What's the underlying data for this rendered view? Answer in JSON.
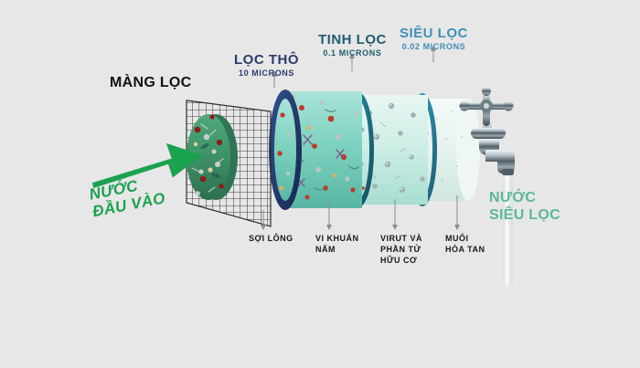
{
  "background_color": "#e7e7e7",
  "diagram": {
    "title_inflow": "NƯỚC\nĐẦU VÀO",
    "title_outflow": "NƯỚC\nSIÊU LỌC",
    "membrane_label": "MÀNG LỌC",
    "stages": [
      {
        "key": "tho",
        "title": "LỌC THÔ",
        "sub": "10 MICRONS",
        "color": "#2b3a6d"
      },
      {
        "key": "tinh",
        "title": "TINH LỌC",
        "sub": "0.1 MICRONS",
        "color": "#1e5c6e"
      },
      {
        "key": "sieu",
        "title": "SIÊU LỌC",
        "sub": "0.02 MICRONS",
        "color": "#3f8fb8"
      }
    ],
    "callouts": [
      {
        "key": "soi",
        "text": "SỢI LÔNG"
      },
      {
        "key": "vi",
        "text": "VI KHUẨN\nNẤM"
      },
      {
        "key": "virut",
        "text": "VIRUT VÀ\nPHẦN TỬ\nHỮU CƠ"
      },
      {
        "key": "muoi",
        "text": "MUỐI\nHÒA TAN"
      }
    ],
    "colors": {
      "arrow_green": "#1ba24f",
      "outflow_green": "#5cb894",
      "navy_ring": "#223a6b",
      "teal_ring": "#1d6d80",
      "blue_ring": "#2a7e9c",
      "stage1_body": "#3d9168",
      "stage2_body": "#7fd2c0",
      "stage3_body": "#cfeee6",
      "stage4_body": "#e6f3ef",
      "mesh": "#2c2c2c",
      "faucet": "#8d9aa2"
    }
  }
}
